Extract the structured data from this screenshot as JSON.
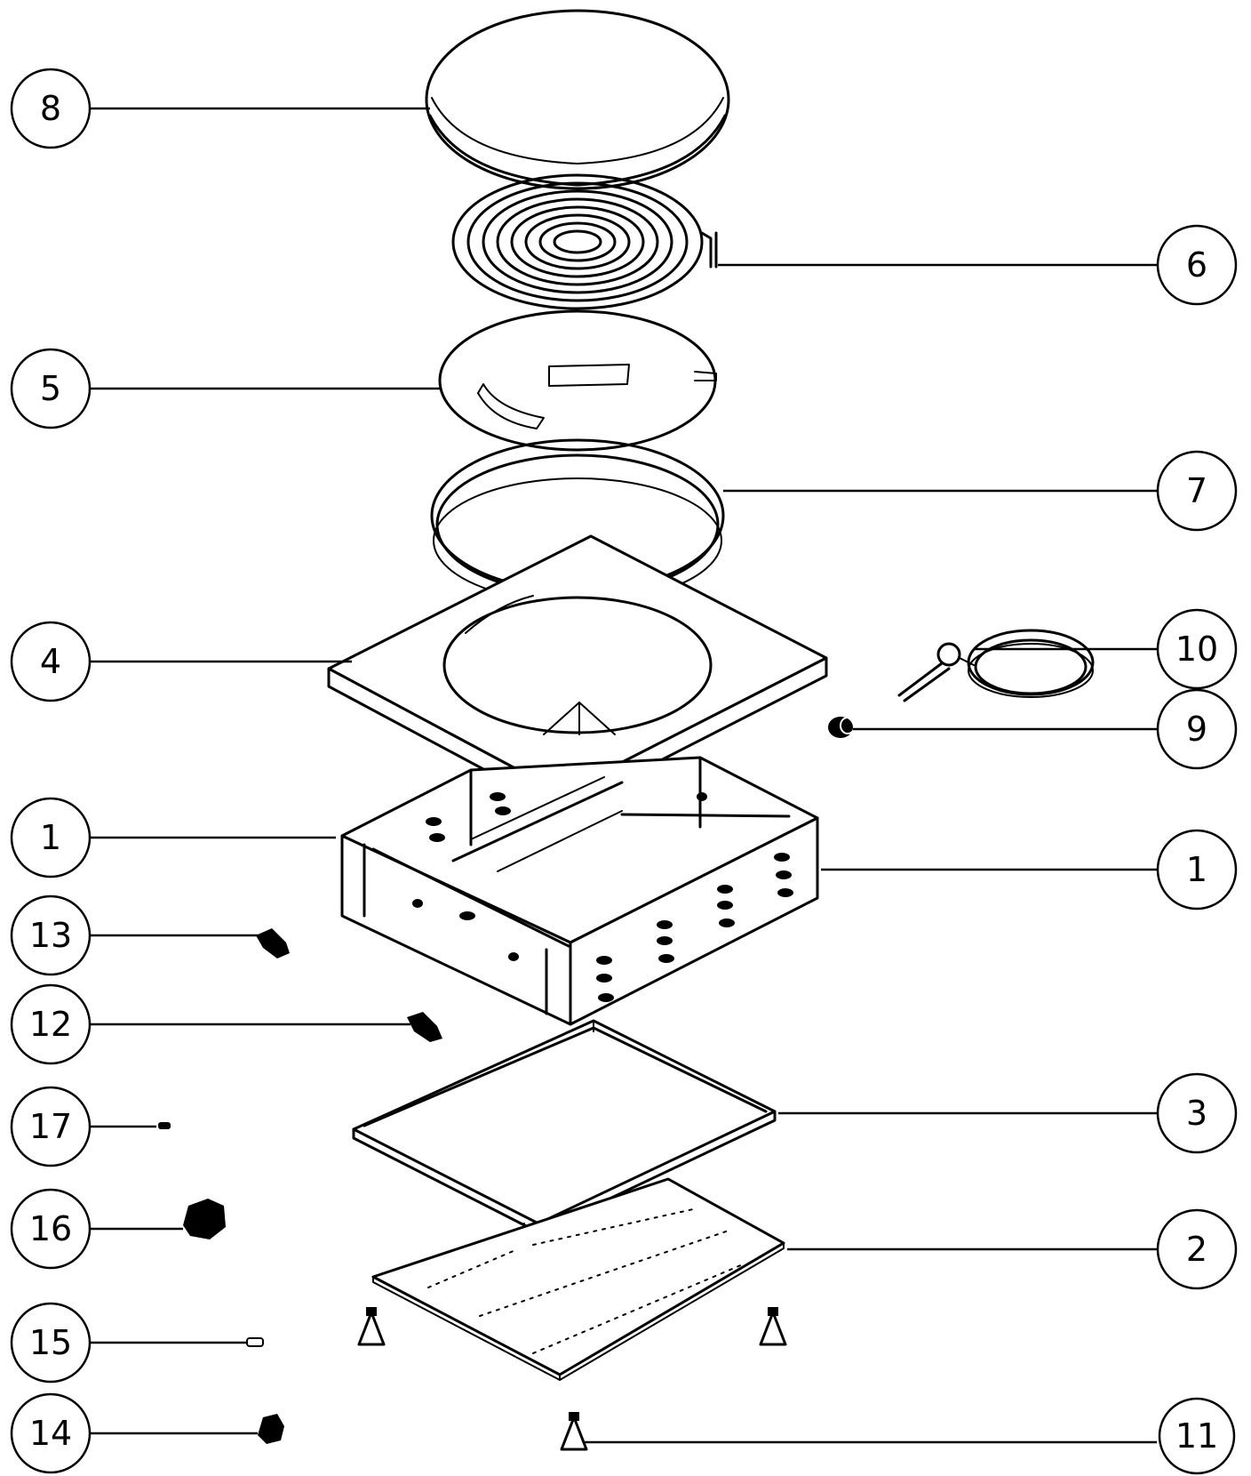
{
  "callouts": [
    {
      "id": "c8",
      "label": "8"
    },
    {
      "id": "c6",
      "label": "6"
    },
    {
      "id": "c5",
      "label": "5"
    },
    {
      "id": "c7",
      "label": "7"
    },
    {
      "id": "c4",
      "label": "4"
    },
    {
      "id": "c10",
      "label": "10"
    },
    {
      "id": "c9",
      "label": "9"
    },
    {
      "id": "c1a",
      "label": "1"
    },
    {
      "id": "c1b",
      "label": "1"
    },
    {
      "id": "c13",
      "label": "13"
    },
    {
      "id": "c12",
      "label": "12"
    },
    {
      "id": "c3",
      "label": "3"
    },
    {
      "id": "c17",
      "label": "17"
    },
    {
      "id": "c16",
      "label": "16"
    },
    {
      "id": "c2",
      "label": "2"
    },
    {
      "id": "c15",
      "label": "15"
    },
    {
      "id": "c14",
      "label": "14"
    },
    {
      "id": "c11",
      "label": "11"
    }
  ]
}
